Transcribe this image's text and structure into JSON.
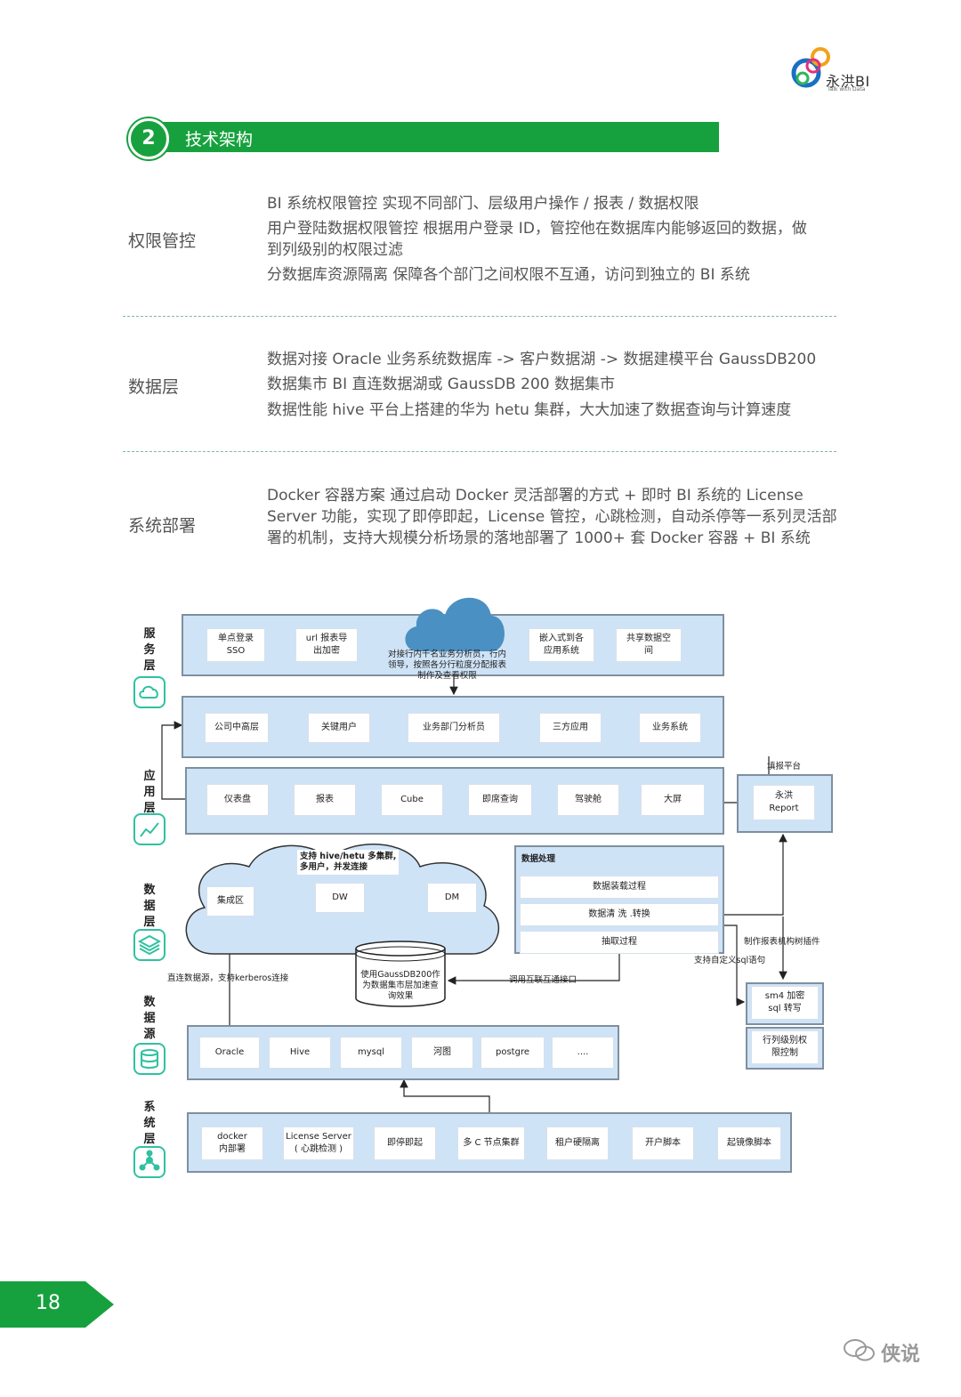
{
  "brand": {
    "name": "永洪BI",
    "tagline": "Talk with Data"
  },
  "section": {
    "number": "2",
    "title": "技术架构"
  },
  "rows": [
    {
      "label": "权限管控",
      "lines": [
        "BI 系统权限管控 实现不同部门、层级用户操作 / 报表 / 数据权限",
        "用户登陆数据权限管控 根据用户登录 ID，管控他在数据库内能够返回的数据，做",
        "到列级别的权限过滤",
        "分数据库资源隔离 保障各个部门之间权限不互通，访问到独立的 BI 系统"
      ]
    },
    {
      "label": "数据层",
      "lines": [
        "数据对接 Oracle 业务系统数据库 -> 客户数据湖 -> 数据建模平台 GaussDB200",
        "数据集市 BI 直连数据湖或 GaussDB 200 数据集市",
        "数据性能 hive 平台上搭建的华为 hetu 集群，大大加速了数据查询与计算速度"
      ]
    },
    {
      "label": "系统部署",
      "lines": [
        "Docker 容器方案 通过启动 Docker 灵活部署的方式 + 即时 BI 系统的 License",
        "Server 功能，实现了即停即起，License 管控，心跳检测，自动杀停等一系列灵活部",
        "署的机制，支持大规模分析场景的落地部署了 1000+ 套 Docker 容器 + BI 系统"
      ]
    }
  ],
  "diagram": {
    "side_labels": {
      "service": "服\n务\n层",
      "app": "应\n用\n层",
      "data": "数\n据\n层",
      "source": "数\n据\n源",
      "system": "系\n统\n层"
    },
    "service_boxes": [
      "单点登录\nSSO",
      "url 报表导\n出加密",
      "嵌入式到各\n应用系统",
      "共享数据空\n间"
    ],
    "cloud_note": "对接行内千名业务分析员，行内\n领导，按照各分行粒度分配报表\n制作及查看权限",
    "users": [
      "公司中高层",
      "关键用户",
      "业务部门分析员",
      "三方应用",
      "业务系统"
    ],
    "apps": [
      "仪表盘",
      "报表",
      "Cube",
      "即席查询",
      "驾驶舱",
      "大屏"
    ],
    "fill_platform": {
      "title": "填报平台",
      "box": "永洪\nReport"
    },
    "cluster_note": "支持 hive/hetu 多集群,\n多用户，并发连接",
    "data_nodes": [
      "集成区",
      "DW",
      "DM"
    ],
    "gauss": "使用GaussDB200作\n为数据集市层加速查\n询效果",
    "processing": {
      "title": "数据处理",
      "steps": [
        "数据装载过程",
        "数据清 洗 .转换",
        "抽取过程"
      ]
    },
    "notes": {
      "direct": "直连数据源，支持kerberos连接",
      "interface": "调用互联互通接口",
      "custom_sql": "支持自定义sql语句",
      "plugin": "制作报表机构树插件"
    },
    "security_boxes": [
      "sm4 加密\nsql 转写",
      "行列级别权\n限控制"
    ],
    "sources": [
      "Oracle",
      "Hive",
      "mysql",
      "河图",
      "postgre",
      "...."
    ],
    "system_boxes": [
      "docker\n内部署",
      "License Server\n( 心跳检测 )",
      "即停即起",
      "多 C 节点集群",
      "租户硬隔离",
      "开户脚本",
      "起镜像脚本"
    ]
  },
  "page_number": "18",
  "watermark": "侠说"
}
